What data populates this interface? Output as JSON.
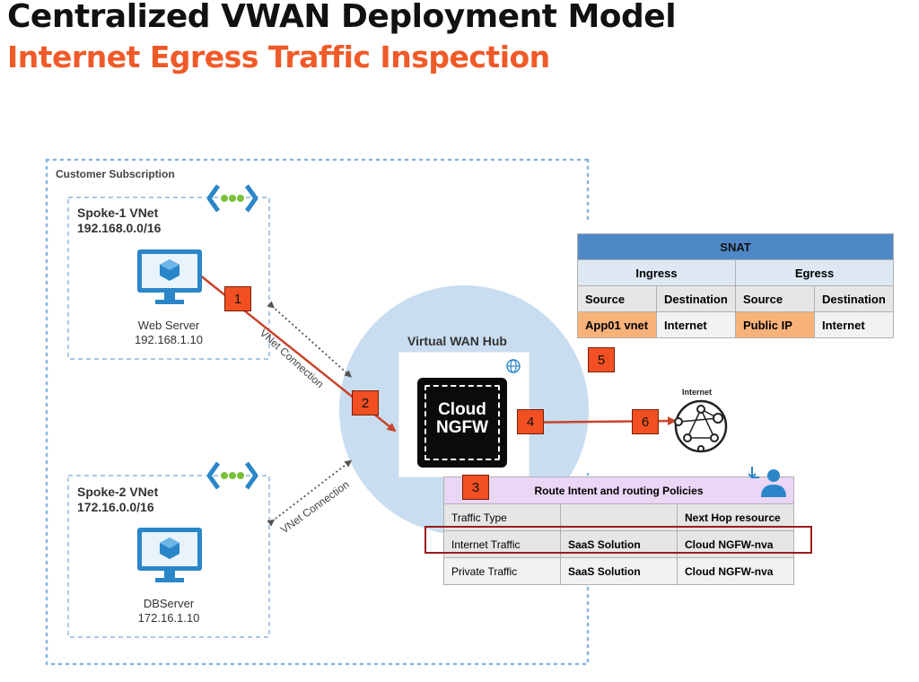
{
  "title": "Centralized VWAN Deployment Model",
  "subtitle": "Internet Egress Traffic Inspection",
  "subscription_label": "Customer Subscription",
  "spoke1": {
    "name": "Spoke-1 VNet",
    "cidr": "192.168.0.0/16",
    "server_name": "Web Server",
    "server_ip": "192.168.1.10"
  },
  "spoke2": {
    "name": "Spoke-2 VNet",
    "cidr": "172.16.0.0/16",
    "server_name": "DBServer",
    "server_ip": "172.16.1.10"
  },
  "connection_label": "VNet Connection",
  "hub_label": "Virtual WAN Hub",
  "firewall": {
    "line1": "Cloud",
    "line2": "NGFW"
  },
  "internet_label": "Internet",
  "steps": [
    "1",
    "2",
    "3",
    "4",
    "5",
    "6"
  ],
  "snat": {
    "title": "SNAT",
    "groups": [
      "Ingress",
      "Egress"
    ],
    "columns": [
      "Source",
      "Destination",
      "Source",
      "Destination"
    ],
    "row": [
      "App01 vnet",
      "Internet",
      "Public IP",
      "Internet"
    ]
  },
  "route": {
    "title": "Route Intent and routing Policies",
    "columns": [
      "Traffic Type",
      "",
      "Next Hop resource"
    ],
    "rows": [
      [
        "Internet Traffic",
        "SaaS Solution",
        "Cloud NGFW-nva"
      ],
      [
        "Private Traffic",
        "SaaS Solution",
        "Cloud NGFW-nva"
      ]
    ]
  },
  "colors": {
    "accent": "#f05a28",
    "step": "#f25022",
    "arrow": "#c8442a",
    "hub": "#c9ddf0",
    "azure_blue": "#2a86c8"
  }
}
